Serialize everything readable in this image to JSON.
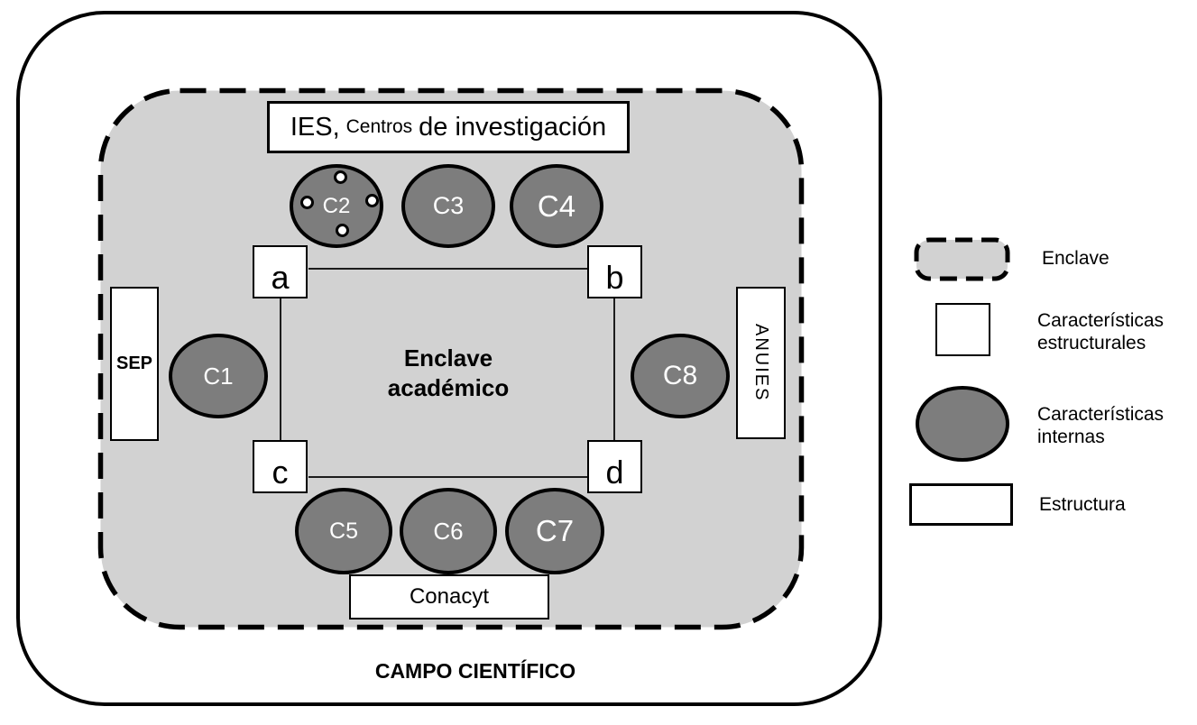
{
  "colors": {
    "background": "#ffffff",
    "enclave_fill": "#d2d2d2",
    "circle_fill": "#7d7d7d",
    "stroke": "#000000"
  },
  "field": {
    "caption": "CAMPO CIENTÍFICO"
  },
  "enclave": {
    "title_line1": "Enclave",
    "title_line2": "académico",
    "top_institution": {
      "part_large_1": "IES,",
      "part_small": "Centros",
      "part_large_2": "de investigación"
    },
    "left_institution": "SEP",
    "right_institution": "ANUIES",
    "bottom_institution": "Conacyt",
    "structural_nodes": [
      {
        "id": "a",
        "label": "a"
      },
      {
        "id": "b",
        "label": "b"
      },
      {
        "id": "c",
        "label": "c"
      },
      {
        "id": "d",
        "label": "d"
      }
    ],
    "internal_characteristics": [
      {
        "id": "C1",
        "label": "C1"
      },
      {
        "id": "C2",
        "label": "C2"
      },
      {
        "id": "C3",
        "label": "C3"
      },
      {
        "id": "C4",
        "label": "C4"
      },
      {
        "id": "C5",
        "label": "C5"
      },
      {
        "id": "C6",
        "label": "C6"
      },
      {
        "id": "C7",
        "label": "C7"
      },
      {
        "id": "C8",
        "label": "C8"
      }
    ]
  },
  "legend": {
    "enclave_label": "Enclave",
    "estructurales_line1": "Características",
    "estructurales_line2": "estructurales",
    "internas_line1": "Características",
    "internas_line2": "internas",
    "estructura_label": "Estructura"
  }
}
